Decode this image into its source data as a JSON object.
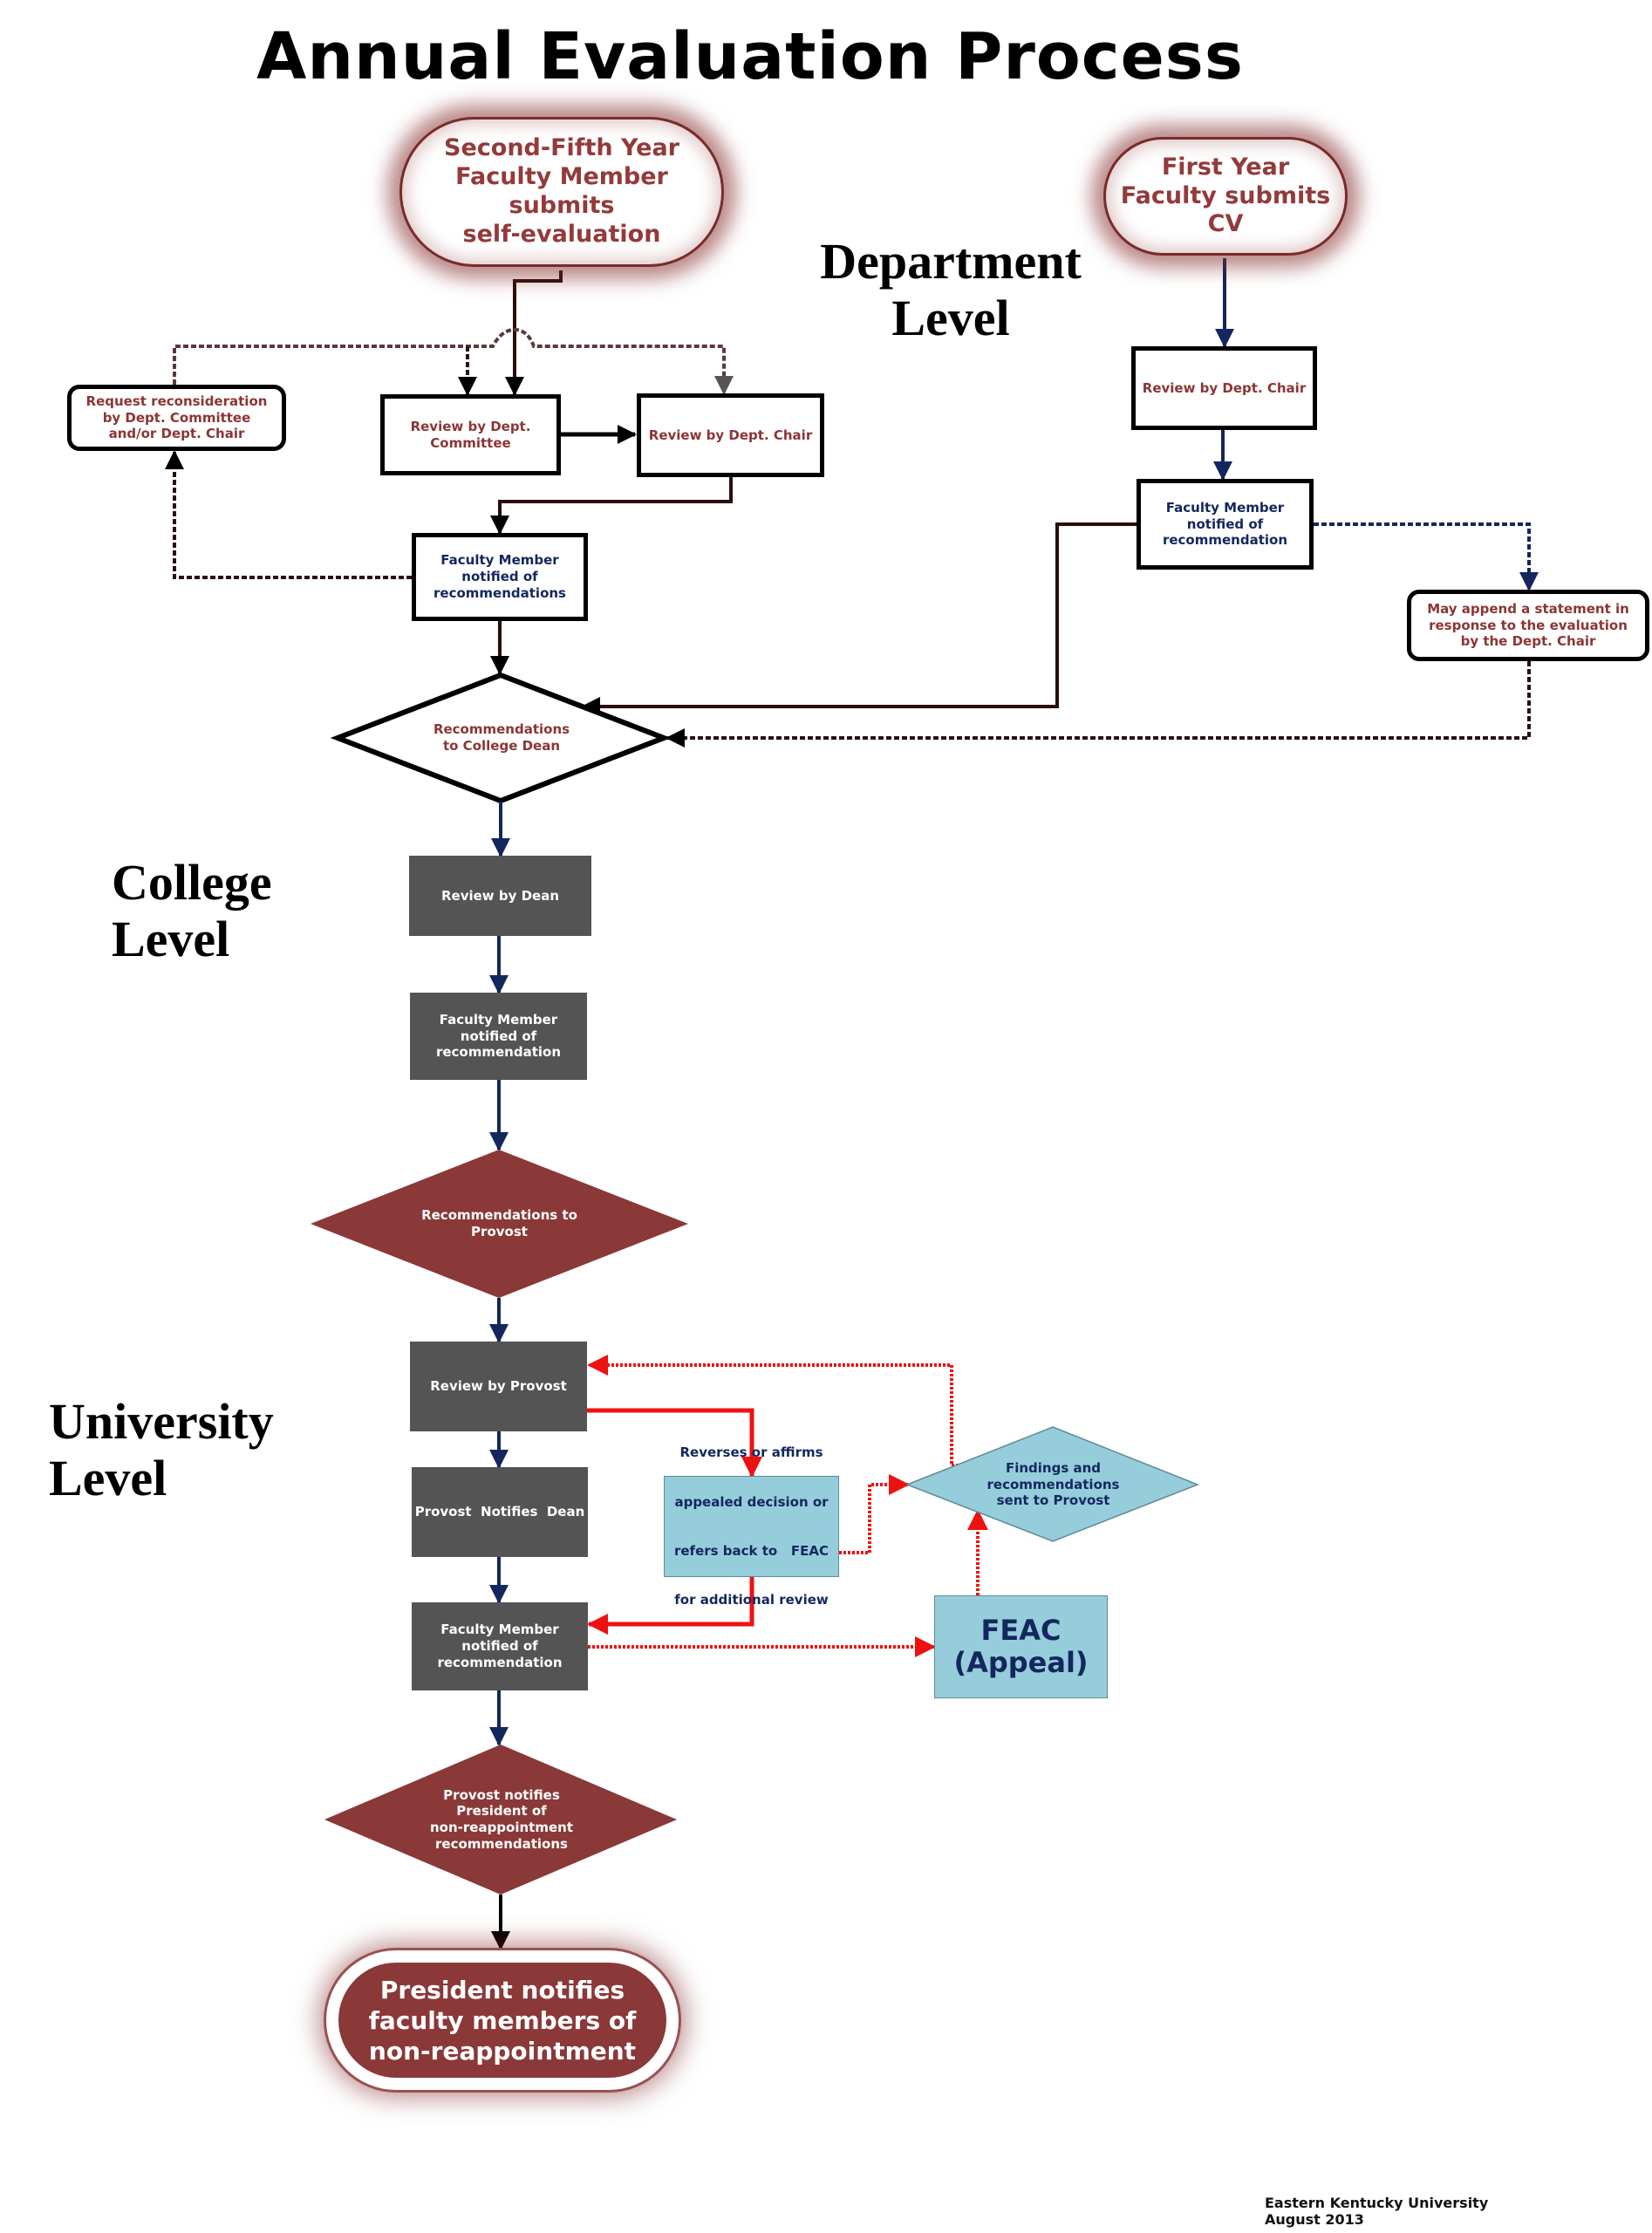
{
  "title": "Annual Evaluation Process",
  "levels": {
    "department": [
      "Department",
      "Level"
    ],
    "college": [
      "College",
      "Level"
    ],
    "university": [
      "University",
      "Level"
    ]
  },
  "department": {
    "start_second_fifth": [
      "Second-Fifth Year",
      "Faculty Member",
      "submits",
      "self-evaluation"
    ],
    "start_first_year": [
      "First Year",
      "Faculty submits",
      "CV"
    ],
    "request_reconsideration": [
      "Request reconsideration",
      "by Dept. Committee",
      "and/or Dept. Chair"
    ],
    "review_dept_committee": [
      "Review by Dept.",
      "Committee"
    ],
    "review_dept_chair_left": "Review by Dept. Chair",
    "review_dept_chair_right": "Review by Dept. Chair",
    "faculty_notified_left": [
      "Faculty Member",
      "notified of",
      "recommendations"
    ],
    "faculty_notified_right": [
      "Faculty Member",
      "notified of",
      "recommendation"
    ],
    "may_append": [
      "May append a statement in",
      "response to the evaluation",
      "by the Dept. Chair"
    ],
    "recommendations_to_dean": [
      "Recommendations",
      "to College Dean"
    ]
  },
  "college": {
    "review_by_dean": "Review by Dean",
    "faculty_notified": [
      "Faculty Member",
      "notified of",
      "recommendation"
    ],
    "recommendations_to_provost": [
      "Recommendations to",
      "Provost"
    ]
  },
  "university": {
    "review_by_provost": "Review by Provost",
    "provost_notifies_dean": "Provost  Notifies  Dean",
    "faculty_notified": [
      "Faculty Member",
      "notified of",
      "recommendation"
    ],
    "reverses_or_affirms": [
      "Reverses or affirms",
      "appealed decision or",
      "refers back to   FEAC",
      "for additional review"
    ],
    "findings": [
      "Findings and",
      "recommendations",
      "sent to Provost"
    ],
    "feac": [
      "FEAC",
      "(Appeal)"
    ],
    "provost_notifies_president": [
      "Provost notifies",
      "President of",
      "non-reappointment",
      "recommendations"
    ],
    "president_notifies": [
      "President notifies",
      "faculty members of",
      "non-reappointment"
    ]
  },
  "footer": [
    "Eastern Kentucky University",
    "August 2013"
  ],
  "colors": {
    "maroon": "#8b3838",
    "maroon_text": "#933a3a",
    "navy": "#13275e",
    "dark_box": "#545454",
    "light_blue": "#96cddb",
    "appeal_red": "#ee1111"
  }
}
